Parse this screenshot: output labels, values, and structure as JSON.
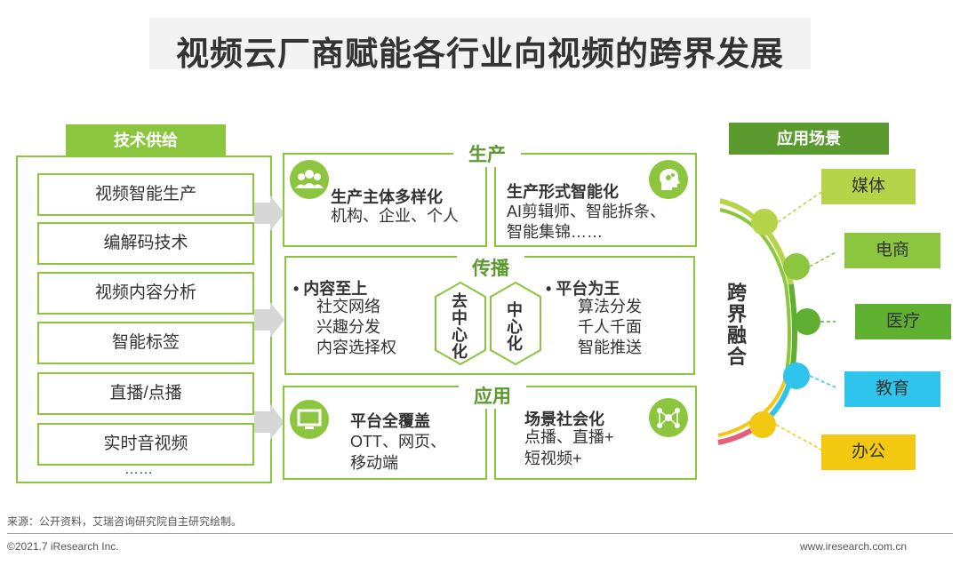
{
  "title": "视频云厂商赋能各行业向视频的跨界发展",
  "tech": {
    "header": "技术供给",
    "items": [
      "视频智能生产",
      "编解码技术",
      "视频内容分析",
      "智能标签",
      "直播/点播",
      "实时音视频"
    ],
    "more": "……"
  },
  "production": {
    "label": "生产",
    "left": {
      "title": "生产主体多样化",
      "lines": [
        "机构、企业、个人"
      ]
    },
    "right": {
      "title": "生产形式智能化",
      "lines": [
        "AI剪辑师、智能拆条、",
        "智能集锦……"
      ]
    }
  },
  "distribution": {
    "label": "传播",
    "left": {
      "title": "• 内容至上",
      "lines": [
        "社交网络",
        "兴趣分发",
        "内容选择权"
      ]
    },
    "hex_left": "去中心化",
    "hex_right": "中心化",
    "right": {
      "title": "• 平台为王",
      "lines": [
        "算法分发",
        "千人千面",
        "智能推送"
      ]
    }
  },
  "application": {
    "label": "应用",
    "left": {
      "title": "平台全覆盖",
      "lines": [
        "OTT、网页、",
        "移动端"
      ]
    },
    "right": {
      "title": "场景社会化",
      "lines": [
        "点播、直播+",
        "短视频+"
      ]
    }
  },
  "scenes": {
    "header": "应用场景",
    "convergence": "跨界融合",
    "items": [
      {
        "label": "媒体",
        "color": "#b5d44a"
      },
      {
        "label": "电商",
        "color": "#8cc63f"
      },
      {
        "label": "医疗",
        "color": "#5fb030"
      },
      {
        "label": "教育",
        "color": "#2ec4ec"
      },
      {
        "label": "办公",
        "color": "#f2c811"
      }
    ]
  },
  "footer": {
    "source": "来源：公开资料，艾瑞咨询研究院自主研究绘制。",
    "copyright": "©2021.7 iResearch Inc.",
    "website": "www.iresearch.com.cn"
  }
}
